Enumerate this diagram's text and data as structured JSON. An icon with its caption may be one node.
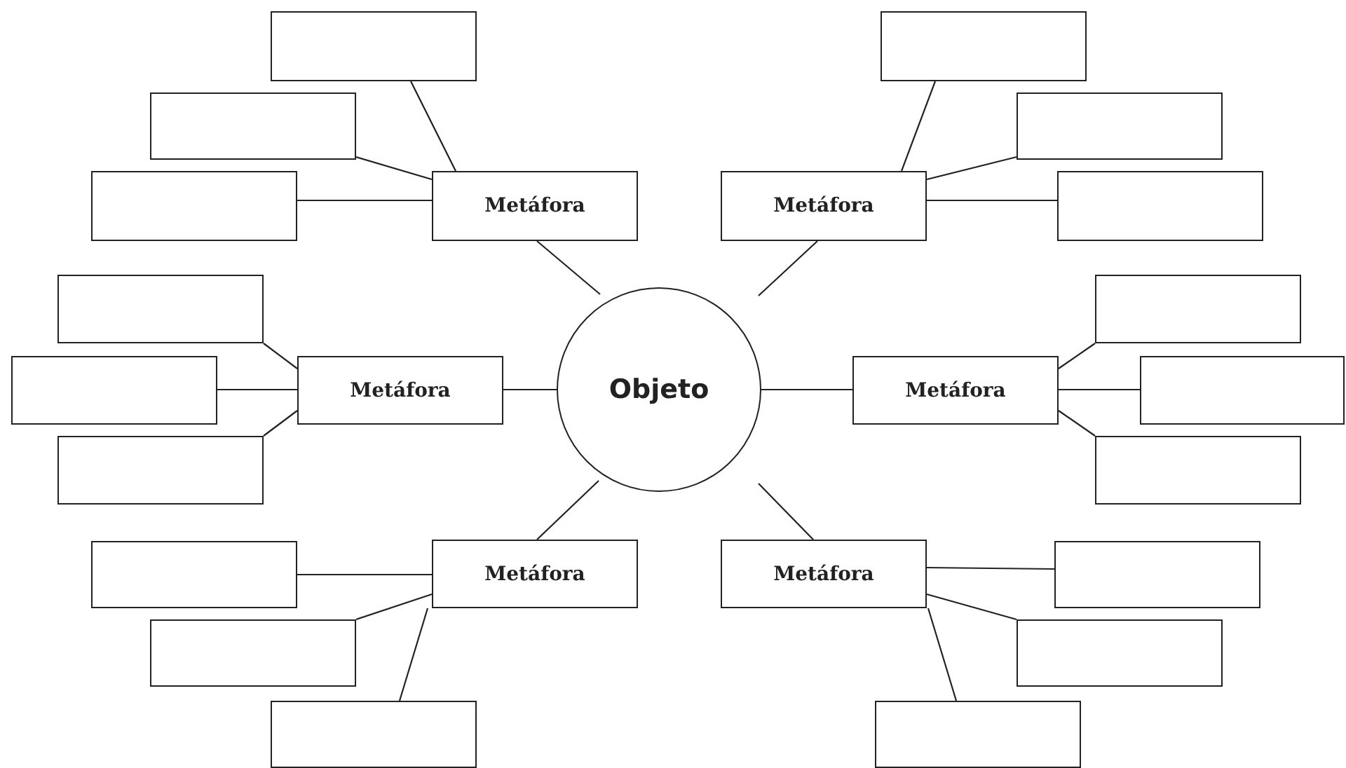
{
  "diagram": {
    "nodes": [
      {
        "text": [
          "Objeto"
        ]
      },
      {
        "text": [
          "Metáfora"
        ]
      },
      {
        "text": [
          "Metáfora"
        ]
      },
      {
        "text": [
          "Metáfora"
        ]
      },
      {
        "text": [
          "Metáfora"
        ]
      },
      {
        "text": [
          "Metáfora"
        ]
      },
      {
        "text": [
          "Metáfora"
        ]
      },
      {
        "text": [],
        "shape": "box"
      },
      {
        "text": [],
        "shape": "box"
      },
      {
        "text": [],
        "shape": "box"
      },
      {
        "text": [],
        "shape": "box"
      },
      {
        "text": [],
        "shape": "box"
      },
      {
        "text": [],
        "shape": "box"
      },
      {
        "text": [],
        "shape": "box"
      },
      {
        "text": [],
        "shape": "box"
      },
      {
        "text": [],
        "shape": "box"
      },
      {
        "text": [],
        "shape": "box"
      },
      {
        "text": [],
        "shape": "box"
      },
      {
        "text": [],
        "shape": "box"
      },
      {
        "text": [],
        "shape": "box"
      },
      {
        "text": [],
        "shape": "box"
      },
      {
        "text": [],
        "shape": "box"
      },
      {
        "text": [],
        "shape": "box"
      },
      {
        "text": [],
        "shape": "box"
      },
      {
        "text": [],
        "shape": "box"
      }
    ],
    "edges": [
      {
        "from": 0,
        "to": 1,
        "arrow": "none"
      },
      {
        "from": 0,
        "to": 2,
        "arrow": "none"
      },
      {
        "from": 0,
        "to": 3,
        "arrow": "none"
      },
      {
        "from": 0,
        "to": 4,
        "arrow": "none"
      },
      {
        "from": 0,
        "to": 5,
        "arrow": "none"
      },
      {
        "from": 0,
        "to": 6,
        "arrow": "none"
      },
      {
        "from": 1,
        "to": 7,
        "arrow": "none"
      },
      {
        "from": 1,
        "to": 8,
        "arrow": "none"
      },
      {
        "from": 1,
        "to": 9,
        "arrow": "none"
      },
      {
        "from": 2,
        "to": 10,
        "arrow": "none"
      },
      {
        "from": 2,
        "to": 11,
        "arrow": "none"
      },
      {
        "from": 2,
        "to": 12,
        "arrow": "none"
      },
      {
        "from": 3,
        "to": 13,
        "arrow": "none"
      },
      {
        "from": 3,
        "to": 14,
        "arrow": "none"
      },
      {
        "from": 3,
        "to": 15,
        "arrow": "none"
      },
      {
        "from": 4,
        "to": 16,
        "arrow": "none"
      },
      {
        "from": 4,
        "to": 17,
        "arrow": "none"
      },
      {
        "from": 4,
        "to": 18,
        "arrow": "none"
      },
      {
        "from": 5,
        "to": 19,
        "arrow": "none"
      },
      {
        "from": 5,
        "to": 20,
        "arrow": "none"
      },
      {
        "from": 5,
        "to": 21,
        "arrow": "none"
      },
      {
        "from": 6,
        "to": 22,
        "arrow": "none"
      },
      {
        "from": 6,
        "to": 23,
        "arrow": "none"
      },
      {
        "from": 6,
        "to": 24,
        "arrow": "none"
      }
    ]
  }
}
